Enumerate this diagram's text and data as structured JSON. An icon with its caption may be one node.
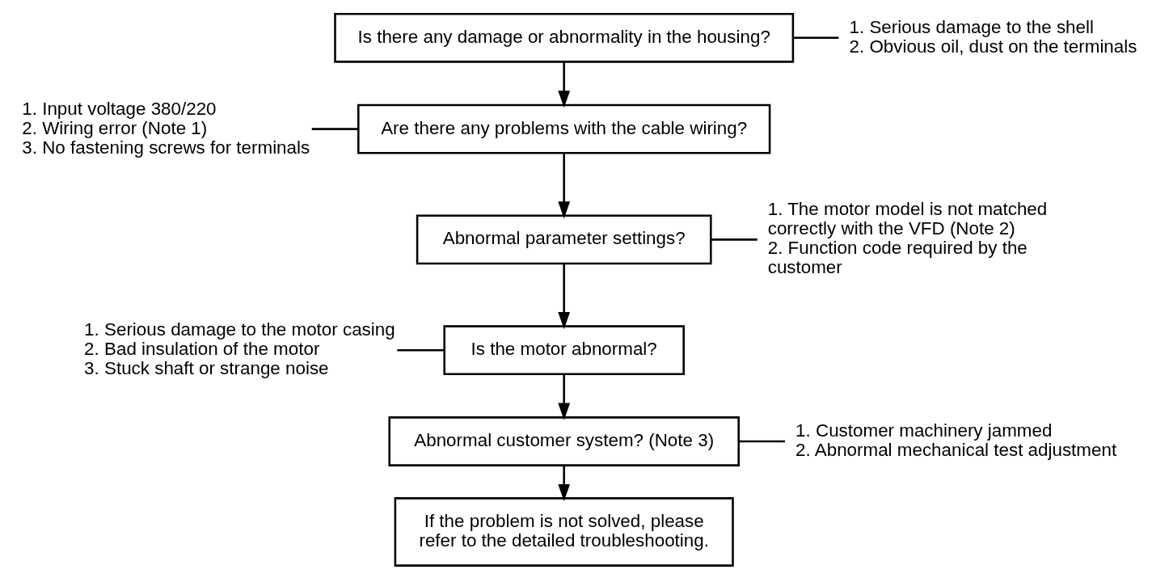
{
  "diagram": {
    "nodes": [
      {
        "text": [
          "Is there any damage or abnormality in the housing?"
        ]
      },
      {
        "text": [
          "1. Serious damage to the shell",
          "2. Obvious oil, dust on the terminals"
        ]
      },
      {
        "text": [
          "1. Input voltage 380/220",
          "2. Wiring error (Note 1)",
          "3. No fastening screws for terminals"
        ]
      },
      {
        "text": [
          "Are there any problems with the cable wiring?"
        ]
      },
      {
        "text": [
          "Abnormal parameter settings?"
        ]
      },
      {
        "text": [
          "1. The motor model is not matched correctly with the VFD (Note 2)",
          "2. Function code required by the customer"
        ]
      },
      {
        "text": [
          "1. Serious damage to the motor casing",
          "2. Bad insulation of the motor",
          "3. Stuck shaft or strange noise"
        ]
      },
      {
        "text": [
          "Is the motor abnormal?"
        ]
      },
      {
        "text": [
          "Abnormal customer system? (Note 3)"
        ]
      },
      {
        "text": [
          "1. Customer machinery jammed",
          "2. Abnormal mechanical test adjustment"
        ]
      },
      {
        "text": [
          "If the problem is not solved, please refer to the detailed troubleshooting."
        ]
      }
    ],
    "edges": [
      {
        "from": 0,
        "to": 1,
        "arrow": "none"
      },
      {
        "from": 0,
        "to": 3,
        "arrow": "to"
      },
      {
        "from": 2,
        "to": 3,
        "arrow": "none"
      },
      {
        "from": 3,
        "to": 4,
        "arrow": "to"
      },
      {
        "from": 4,
        "to": 5,
        "arrow": "none"
      },
      {
        "from": 4,
        "to": 7,
        "arrow": "to"
      },
      {
        "from": 6,
        "to": 7,
        "arrow": "none"
      },
      {
        "from": 7,
        "to": 8,
        "arrow": "to"
      },
      {
        "from": 8,
        "to": 9,
        "arrow": "none"
      },
      {
        "from": 8,
        "to": 10,
        "arrow": "to"
      }
    ]
  }
}
